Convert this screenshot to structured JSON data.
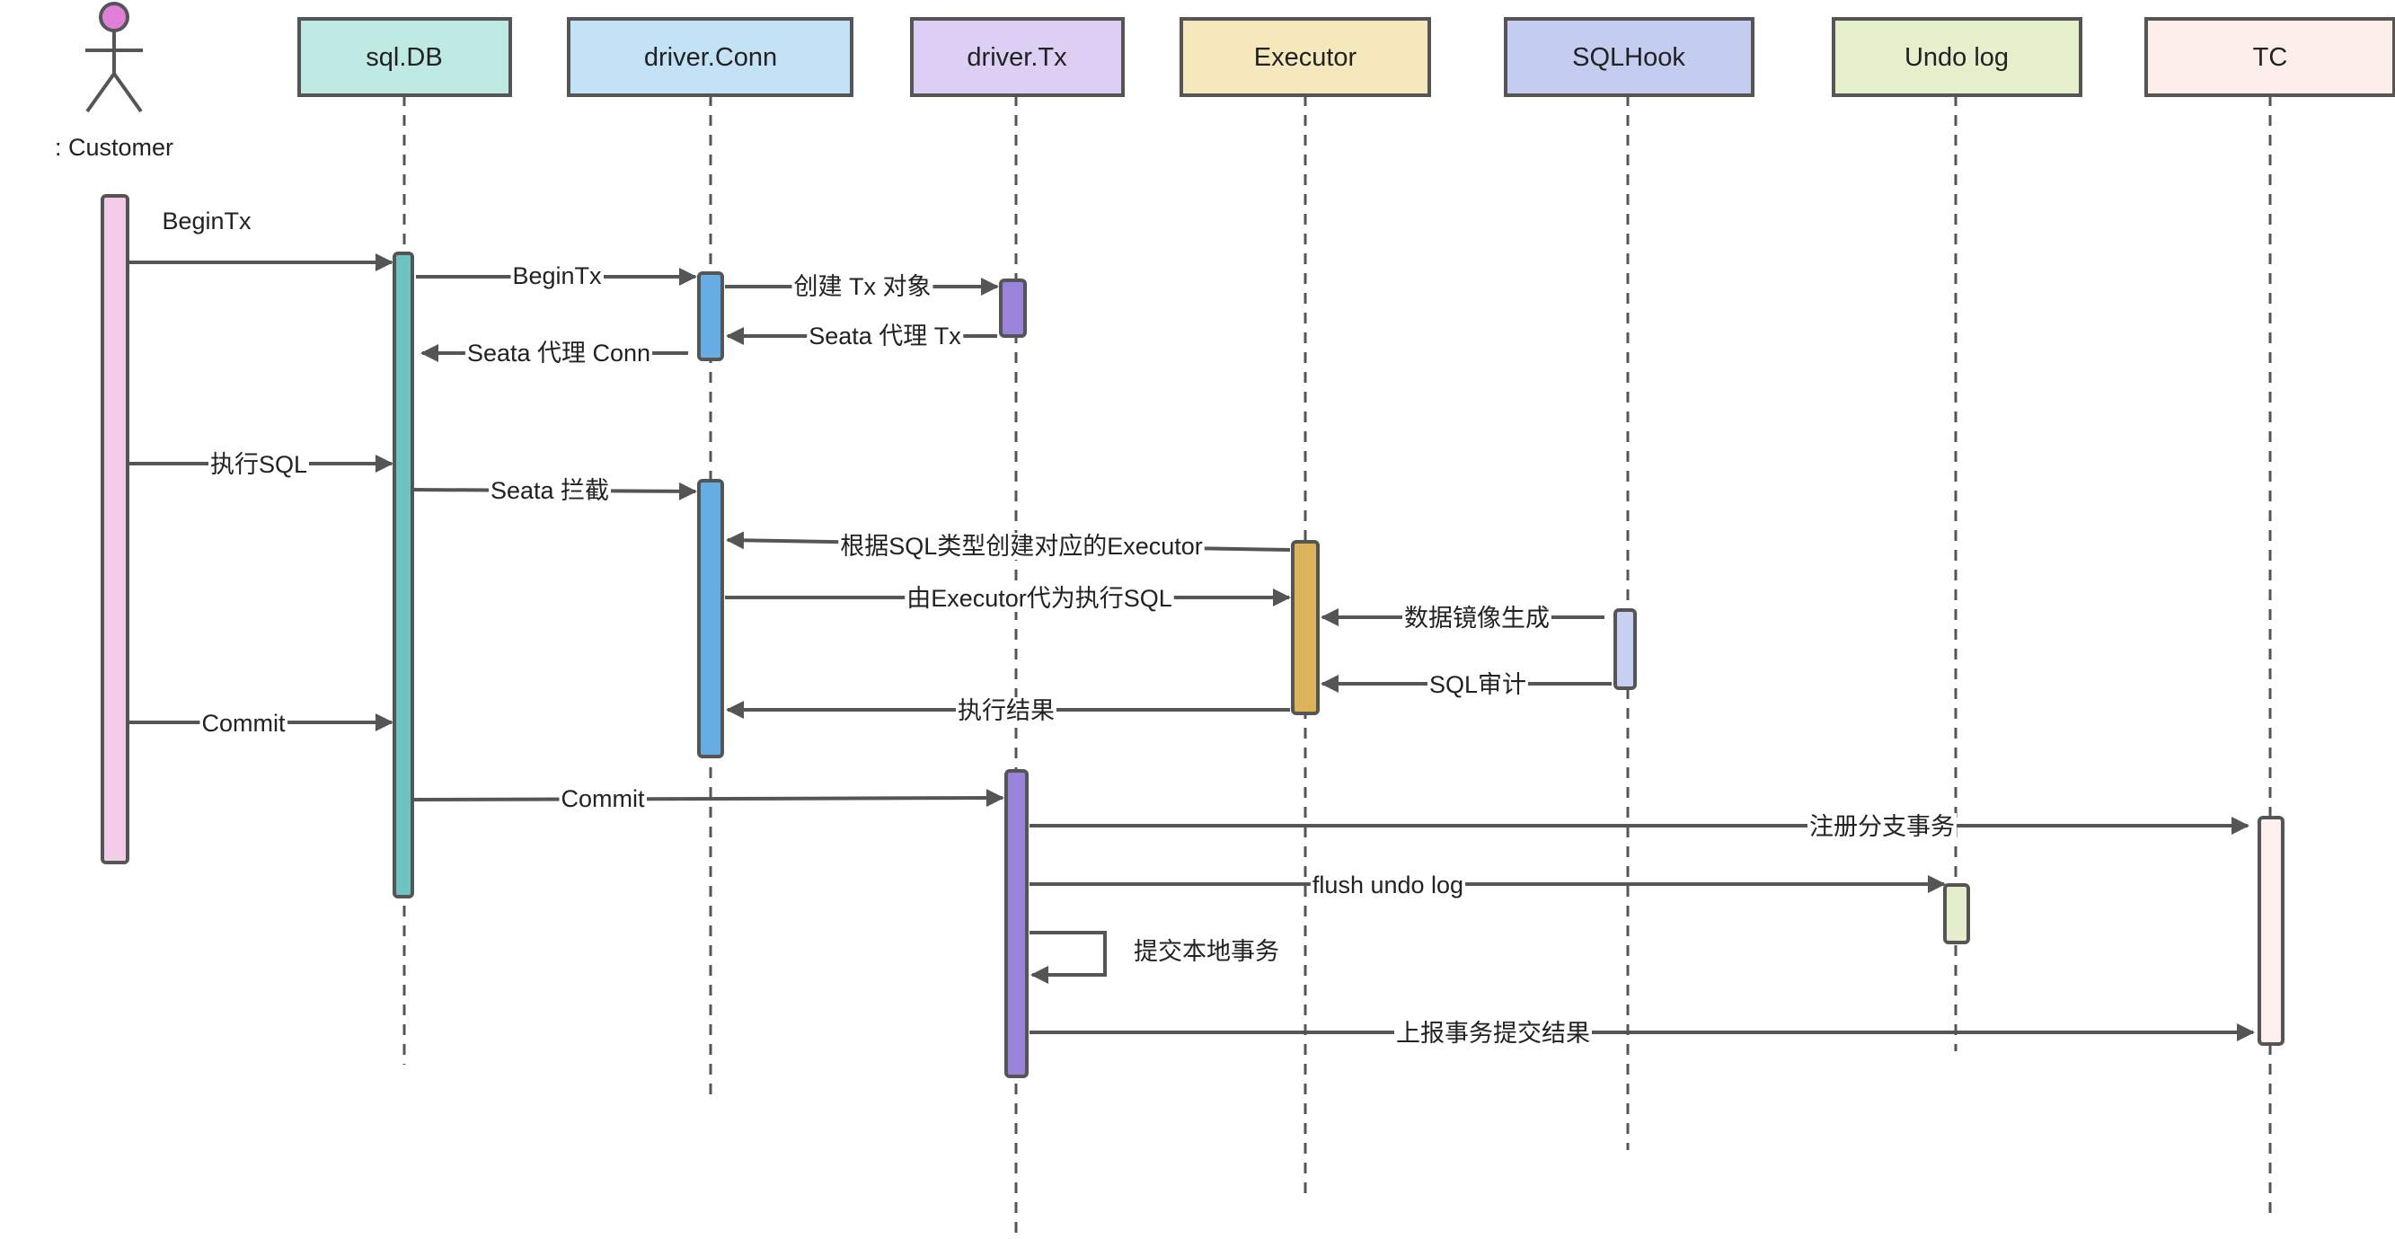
{
  "actor": {
    "label": ": Customer",
    "head_color": "#e07fd8"
  },
  "participants": [
    {
      "id": "sqldb",
      "label": "sql.DB",
      "fill": "#bfe9e3"
    },
    {
      "id": "conn",
      "label": "driver.Conn",
      "fill": "#c4e2f5"
    },
    {
      "id": "tx",
      "label": "driver.Tx",
      "fill": "#dccff3"
    },
    {
      "id": "executor",
      "label": "Executor",
      "fill": "#f6e8bd"
    },
    {
      "id": "sqlhook",
      "label": "SQLHook",
      "fill": "#c4cdf0"
    },
    {
      "id": "undolog",
      "label": "Undo log",
      "fill": "#e5efcc"
    },
    {
      "id": "tc",
      "label": "TC",
      "fill": "#fdeeec"
    }
  ],
  "activation_colors": {
    "customer": "#f3cde8",
    "sqldb": "#6cc3c1",
    "conn": "#66ade3",
    "tx": "#9b83d9",
    "executor": "#ddb35a",
    "sqlhook": "#c8d0f1",
    "undolog": "#e4edcc",
    "tc": "#fcefee"
  },
  "messages": [
    {
      "id": "m1",
      "label": "BeginTx",
      "from": "customer",
      "to": "sqldb"
    },
    {
      "id": "m2",
      "label": "BeginTx",
      "from": "sqldb",
      "to": "conn"
    },
    {
      "id": "m3",
      "label": "创建 Tx 对象",
      "from": "conn",
      "to": "tx"
    },
    {
      "id": "m4",
      "label": "Seata 代理 Tx",
      "from": "tx",
      "to": "conn"
    },
    {
      "id": "m5",
      "label": "Seata 代理 Conn",
      "from": "conn",
      "to": "sqldb"
    },
    {
      "id": "m6",
      "label": "执行SQL",
      "from": "customer",
      "to": "sqldb"
    },
    {
      "id": "m7",
      "label": "Seata 拦截",
      "from": "sqldb",
      "to": "conn"
    },
    {
      "id": "m8",
      "label": "根据SQL类型创建对应的Executor",
      "from": "executor",
      "to": "conn"
    },
    {
      "id": "m9",
      "label": "由Executor代为执行SQL",
      "from": "conn",
      "to": "executor"
    },
    {
      "id": "m10",
      "label": "数据镜像生成",
      "from": "sqlhook",
      "to": "executor"
    },
    {
      "id": "m11",
      "label": "SQL审计",
      "from": "sqlhook",
      "to": "executor"
    },
    {
      "id": "m12",
      "label": "执行结果",
      "from": "executor",
      "to": "conn"
    },
    {
      "id": "m13",
      "label": "Commit",
      "from": "customer",
      "to": "sqldb"
    },
    {
      "id": "m14",
      "label": "Commit",
      "from": "sqldb",
      "to": "tx"
    },
    {
      "id": "m15",
      "label": "注册分支事务",
      "from": "tx",
      "to": "tc"
    },
    {
      "id": "m16",
      "label": "flush undo log",
      "from": "tx",
      "to": "undolog"
    },
    {
      "id": "m17",
      "label": "提交本地事务",
      "from": "tx",
      "to": "tx"
    },
    {
      "id": "m18",
      "label": "上报事务提交结果",
      "from": "tx",
      "to": "tc"
    }
  ]
}
